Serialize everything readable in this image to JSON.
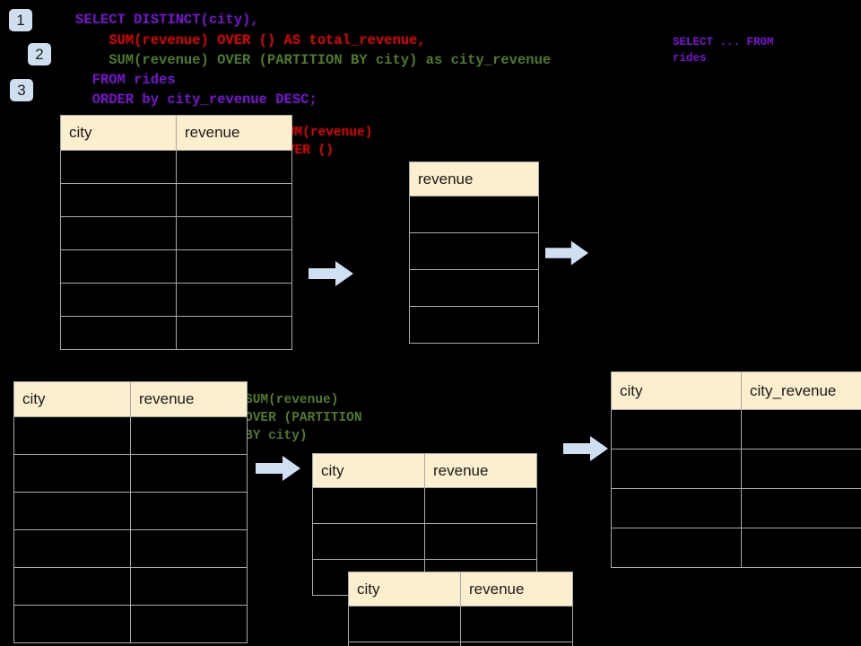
{
  "steps": [
    {
      "label": "1"
    },
    {
      "label": "2"
    },
    {
      "label": "3"
    }
  ],
  "sql": {
    "line1": "SELECT DISTINCT(city),",
    "line2": "    SUM(revenue) OVER () AS total_revenue,",
    "line3": "    SUM(revenue) OVER (PARTITION BY city) as city_revenue",
    "line4": "  FROM rides",
    "line5": "  ORDER by city_revenue DESC;"
  },
  "annotations": {
    "source_note": "SELECT ... FROM\nrides",
    "total_note": "SUM(revenue)\nOVER ()",
    "partition_note": "SUM(revenue)\nOVER (PARTITION\nBY city)"
  },
  "tables": {
    "source_top": {
      "name": "rides-source-table",
      "headers": [
        "city",
        "revenue"
      ],
      "body_rows": 6
    },
    "total_revenue": {
      "name": "total-revenue-table",
      "headers": [
        "revenue"
      ],
      "body_rows": 4
    },
    "source_bottom": {
      "name": "rides-source-table-partition",
      "headers": [
        "city",
        "revenue"
      ],
      "body_rows": 6
    },
    "partition_back": {
      "name": "partition-group-table-back",
      "headers": [
        "city",
        "revenue"
      ],
      "body_rows": 3
    },
    "partition_front": {
      "name": "partition-group-table-front",
      "headers": [
        "city",
        "revenue"
      ],
      "body_rows": 2
    },
    "result": {
      "name": "city-revenue-result-table",
      "headers": [
        "city",
        "city_revenue"
      ],
      "body_rows": 4
    }
  },
  "arrows": [
    {
      "name": "arrow-source-to-total"
    },
    {
      "name": "arrow-total-to-result"
    },
    {
      "name": "arrow-source-to-partition"
    },
    {
      "name": "arrow-partition-to-result"
    }
  ],
  "colors": {
    "background": "#000000",
    "header_fill": "#fcefcd",
    "grid_line": "#a9a9a9",
    "badge_fill": "#cfdff0",
    "arrow_fill": "#d0e0f2",
    "keyword_purple": "#7a12d4",
    "total_red": "#e00000",
    "partition_green": "#4f7a2a"
  }
}
